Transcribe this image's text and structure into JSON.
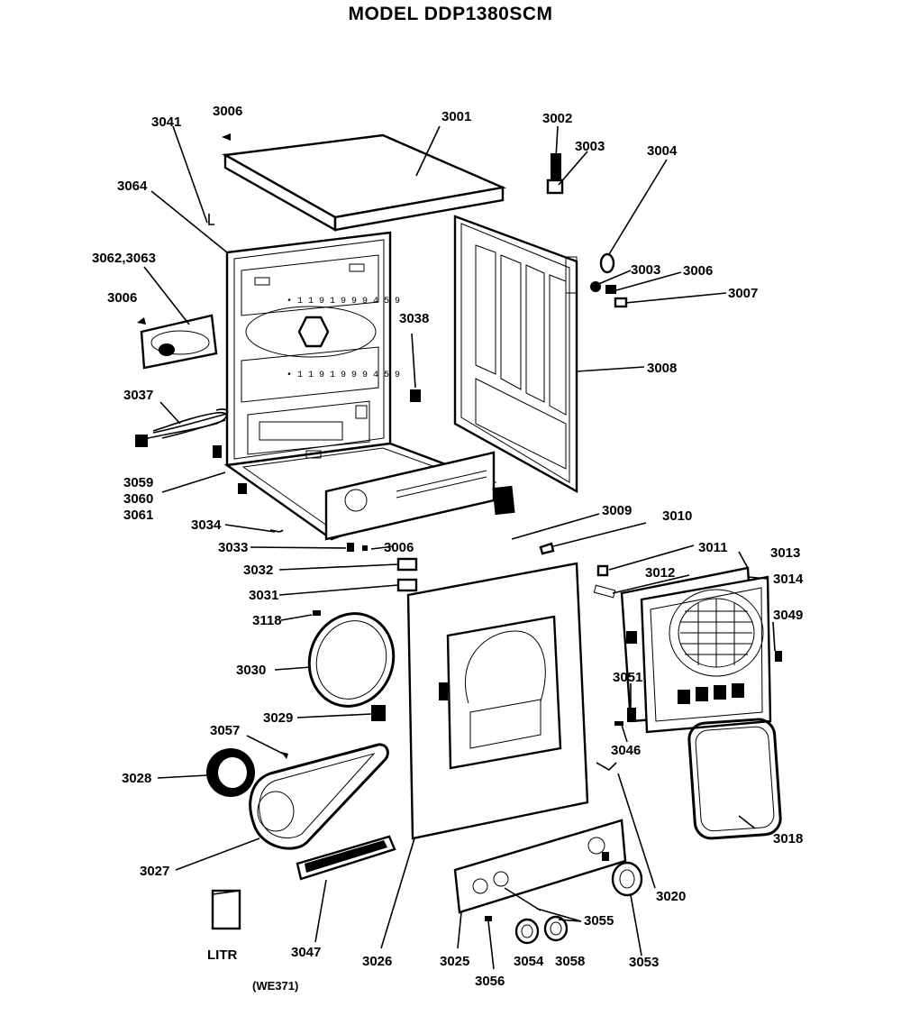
{
  "title": "MODEL DDP1380SCM",
  "parts": {
    "p3001": "3001",
    "p3002": "3002",
    "p3003a": "3003",
    "p3004": "3004",
    "p3003b": "3003",
    "p3006a": "3006",
    "p3006b": "3006",
    "p3006c": "3006",
    "p3006d": "3006",
    "p3007": "3007",
    "p3008": "3008",
    "p3041": "3041",
    "p3064": "3064",
    "p3062": "3062,3063",
    "p3038": "3038",
    "p3037": "3037",
    "p3059": "3059",
    "p3060": "3060",
    "p3061": "3061",
    "p3034": "3034",
    "p3033": "3033",
    "p3032": "3032",
    "p3031": "3031",
    "p3118": "3118",
    "p3030": "3030",
    "p3029": "3029",
    "p3057": "3057",
    "p3028": "3028",
    "p3027": "3027",
    "p3047": "3047",
    "p3026": "3026",
    "p3025": "3025",
    "p3056": "3056",
    "p3054": "3054",
    "p3058": "3058",
    "p3055": "3055",
    "p3053": "3053",
    "p3020": "3020",
    "p3046": "3046",
    "p3051": "3051",
    "p3018": "3018",
    "p3049": "3049",
    "p3014": "3014",
    "p3013": "3013",
    "p3012": "3012",
    "p3011": "3011",
    "p3010": "3010",
    "p3009": "3009",
    "litr": "LITR",
    "code": "(WE371)"
  }
}
